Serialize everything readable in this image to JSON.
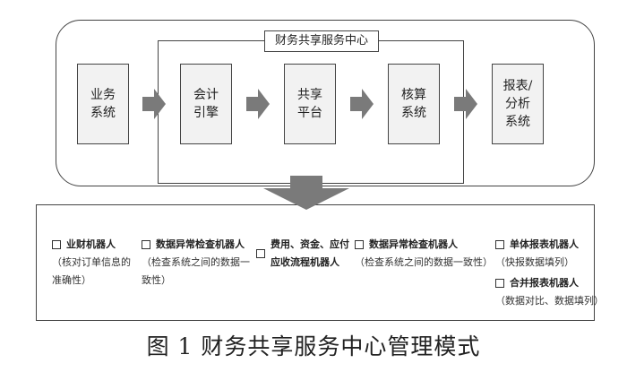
{
  "center": {
    "title": "财务共享服务中心"
  },
  "stages": [
    {
      "label": "业务\n系统"
    },
    {
      "label": "会计\n引擎"
    },
    {
      "label": "共享\n平台"
    },
    {
      "label": "核算\n系统"
    },
    {
      "label": "报表/\n分析\n系统"
    }
  ],
  "robots": [
    {
      "name": "业财机器人",
      "desc": "（核对订单信息的\n准确性）"
    },
    {
      "name": "数据异常检查机器人",
      "desc": "（检查系统之间的数据一\n致性）"
    },
    {
      "name": "费用、资金、应付\n应收流程机器人",
      "desc": ""
    },
    {
      "name": "数据异常检查机器人",
      "desc": "（检查系统之间的数据一致性）"
    },
    {
      "name": "单体报表机器人",
      "desc": "（快报数据填列）"
    },
    {
      "name": "合并报表机器人",
      "desc": "（数据对比、数据填列）"
    }
  ],
  "caption": "图 1  财务共享服务中心管理模式",
  "colors": {
    "line": "#444444",
    "arrow": "#7a7a7a",
    "stage_fill": "#f2f2f2"
  }
}
